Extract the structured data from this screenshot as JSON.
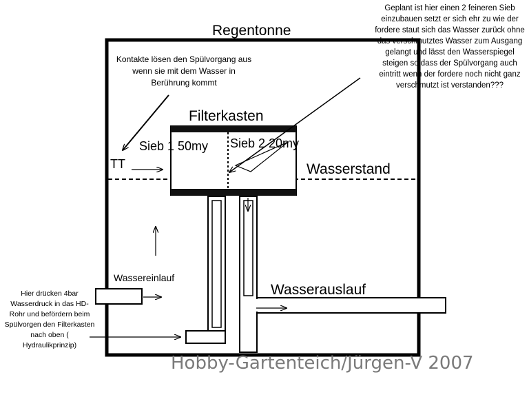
{
  "labels": {
    "regentonne": "Regentonne",
    "filterkasten": "Filterkasten",
    "sieb1": "Sieb 1 50my",
    "sieb2": "Sieb 2 20my",
    "wasserstand": "Wasserstand",
    "wassereinlauf": "Wassereinlauf",
    "wasserauslauf": "Wasserauslauf",
    "kontakte_symbol": "TT"
  },
  "notes": {
    "kontakte": "Kontakte lösen den Spülvorgang aus wenn sie mit dem Wasser in Berührung kommt",
    "geplant": "Geplant ist hier einen 2 feineren Sieb einzubauen setzt er sich ehr zu wie der fordere staut sich das Wasser zurück ohne das verschmutztes Wasser zum Ausgang gelangt und lässt den Wasserspiegel steigen so dass der Spülvorgang auch eintritt wenn der fordere noch nicht ganz verschmutzt ist verstanden???",
    "druck": "Hier drücken 4bar Wasserdruck in das HD-Rohr und befördern beim Spülvorgen den Filterkasten nach oben ( Hydraulikprinzip)"
  },
  "watermark": "Hobby-Gartenteich/Jürgen-V 2007"
}
